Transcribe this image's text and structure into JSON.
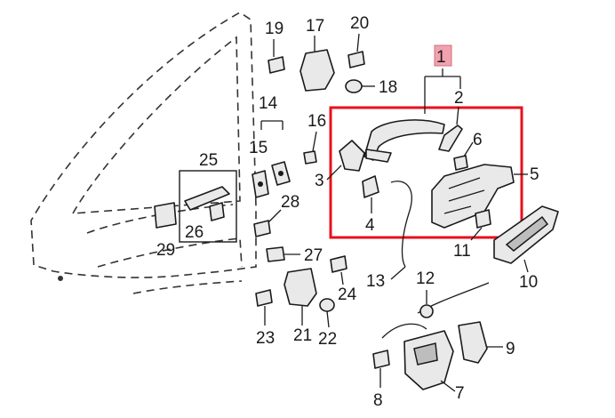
{
  "callouts": {
    "n1": "1",
    "n2": "2",
    "n3": "3",
    "n4": "4",
    "n5": "5",
    "n6": "6",
    "n7": "7",
    "n8": "8",
    "n9": "9",
    "n10": "10",
    "n11": "11",
    "n12": "12",
    "n13": "13",
    "n14": "14",
    "n15": "15",
    "n16": "16",
    "n17": "17",
    "n18": "18",
    "n19": "19",
    "n20": "20",
    "n21": "21",
    "n22": "22",
    "n23": "23",
    "n24": "24",
    "n25": "25",
    "n26": "26",
    "n27": "27",
    "n28": "28",
    "n29": "29"
  },
  "colors": {
    "highlight_frame": "#e8101c",
    "callout1_badge": "#f2a2ae",
    "part_fill": "#e9e9e9",
    "outline": "#1a1a1a"
  }
}
